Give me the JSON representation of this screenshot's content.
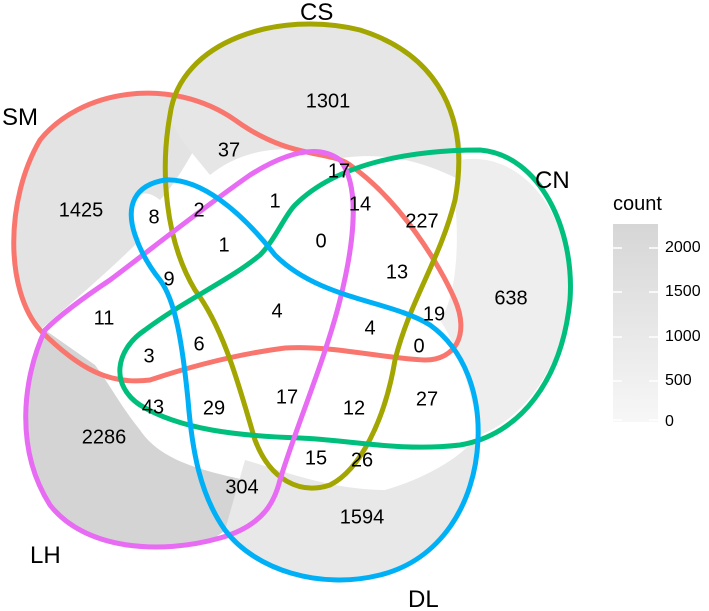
{
  "diagram": {
    "set_labels": {
      "cs": "CS",
      "sm": "SM",
      "cn": "CN",
      "lh": "LH",
      "dl": "DL"
    },
    "set_colors": {
      "cs": "#a3a500",
      "sm": "#f8766d",
      "cn": "#00bf7d",
      "lh": "#e76bf3",
      "dl": "#00b0f6"
    },
    "counts": [
      "1301",
      "37",
      "17",
      "1425",
      "8",
      "2",
      "1",
      "14",
      "227",
      "0",
      "1",
      "13",
      "9",
      "638",
      "11",
      "4",
      "19",
      "4",
      "6",
      "3",
      "0",
      "43",
      "29",
      "17",
      "12",
      "27",
      "2286",
      "15",
      "26",
      "304",
      "1594"
    ]
  },
  "legend": {
    "title": "count",
    "ticks": [
      "2000",
      "1500",
      "1000",
      "500",
      "0"
    ],
    "range": [
      0,
      2286
    ]
  }
}
